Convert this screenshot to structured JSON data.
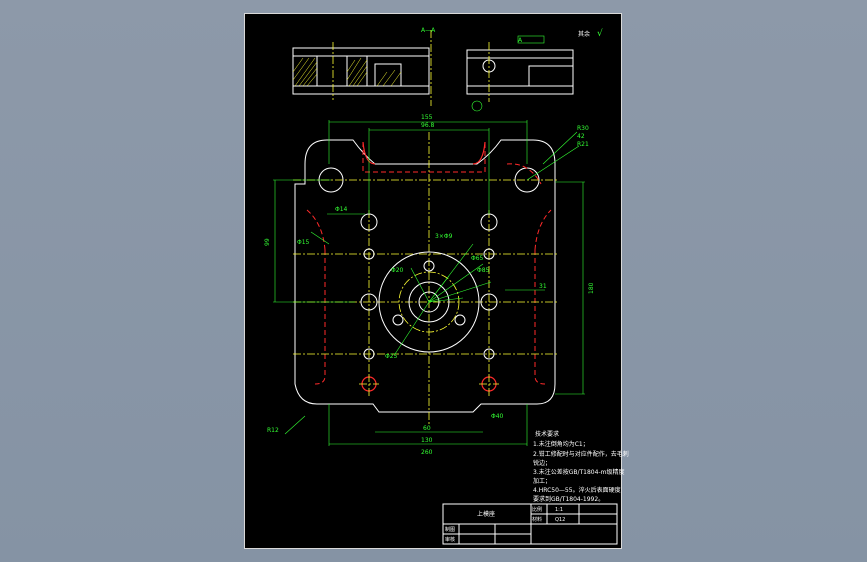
{
  "drawing": {
    "section_label": "A—A",
    "roughness_note": "其余",
    "roughness_symbol": "√",
    "side_view_label": "A",
    "dimensions": {
      "d155": "155",
      "d96_8": "96.8",
      "r30": "R30",
      "r21": "R21",
      "d42": "42",
      "phi14": "Φ14",
      "phi15": "Φ15",
      "d99": "99",
      "d180": "180",
      "d31": "31",
      "phi8": "3×Φ9",
      "phi65": "Φ65",
      "phi85": "Φ85",
      "phi20": "Φ20",
      "phi25": "Φ25",
      "r12": "R12",
      "d130": "130",
      "d260": "260",
      "d60": "60",
      "phi40": "Φ40"
    },
    "tech_requirements": {
      "title": "技术要求",
      "items": [
        "1.未注倒角均为C1；",
        "2.钳工修配时与对应件配作，去毛刺",
        "  锐边；",
        "3.未注公差按GB/T1804-m级精度",
        "  加工；",
        "4.HRC50—55。淬火后表面硬度",
        "  要求到GB/T1804-1992。"
      ]
    },
    "title_block": {
      "part_name": "上模座",
      "scale_label": "比例",
      "scale_value": "1:1",
      "material_label": "材料",
      "material_value": "Q12",
      "drawn_by_label": "制图",
      "checked_by_label": "审核"
    }
  },
  "colors": {
    "background": "#000000",
    "outline": "#ffffff",
    "hidden_lines": "#ff2a2a",
    "center_lines": "#ffff33",
    "dimensions": "#33ff33"
  }
}
